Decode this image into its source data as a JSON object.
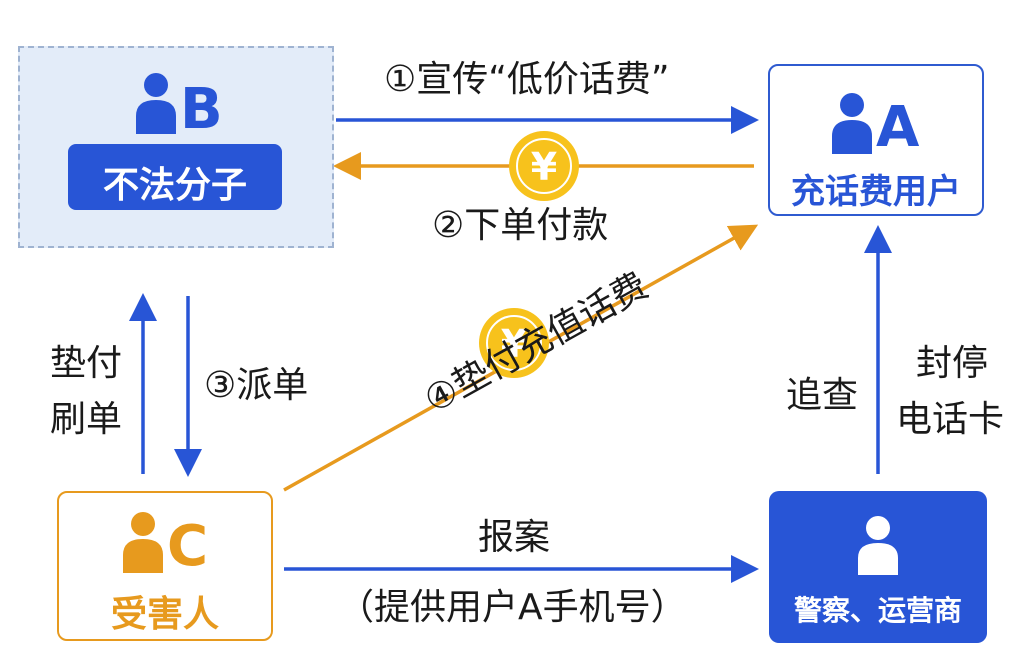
{
  "nodes": {
    "b": {
      "letter": "B",
      "label": "不法分子"
    },
    "a": {
      "letter": "A",
      "label": "充话费用户"
    },
    "c": {
      "letter": "C",
      "label": "受害人"
    },
    "police": {
      "label": "警察、运营商"
    }
  },
  "edges": {
    "e1": "①宣传“低价话费”",
    "e2": "②下单付款",
    "e3": "③派单",
    "e4": "④垫付充值话费",
    "c_to_b": [
      "垫付",
      "刷单"
    ],
    "report": "报案",
    "report_detail": "（提供用户A手机号）",
    "trace": "追查",
    "seal": [
      "封停",
      "电话卡"
    ]
  },
  "coin_symbol": "¥",
  "colors": {
    "blue": "#2855d6",
    "orange": "#e79a1e",
    "coin": "#f7c21c"
  }
}
